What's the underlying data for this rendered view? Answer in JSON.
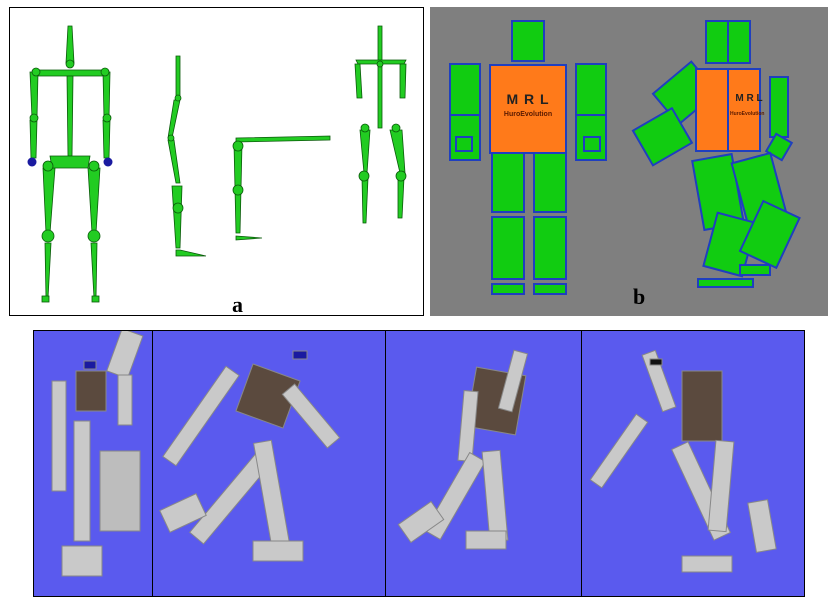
{
  "figure": {
    "panels": [
      {
        "id": "a",
        "label": "a"
      },
      {
        "id": "b",
        "label": "b"
      }
    ],
    "robot_logo": {
      "brand": "M R L",
      "subtitle": "HuroEvolution"
    }
  },
  "colors": {
    "skeleton_green": "#22cc22",
    "joint_blue": "#1a1aa0",
    "body_green": "#11cc11",
    "torso_orange": "#ff7a1a",
    "outline_blue": "#1f3fbf",
    "panel_b_bg": "#7f7f7f",
    "panel_c_bg": "#5a5aee",
    "robot_metal": "#c9c9c9",
    "robot_dark": "#5b4a3e"
  },
  "icons": [
    "stick-figure",
    "block-robot",
    "rendered-humanoid-robot"
  ]
}
